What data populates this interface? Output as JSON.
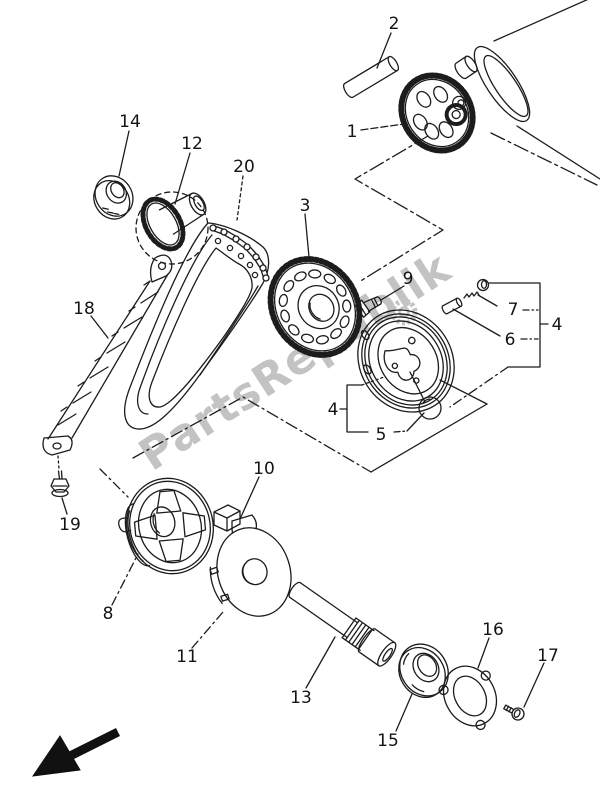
{
  "title": "starter clutch exploded parts diagram",
  "watermark": {
    "text": "PartsRepublik"
  },
  "colors": {
    "line": "#1c1c1c",
    "watermark": "#c3c3c3",
    "background": "#ffffff"
  },
  "icons": {
    "orientation_arrow": "solid-black-arrow-pointing-down-left",
    "watermark_gear": "gray-gear-logo"
  },
  "callouts": {
    "c1": "1",
    "c2": "2",
    "c3": "3",
    "c4": "4",
    "c4b": "4",
    "c5": "5",
    "c6": "6",
    "c7": "7",
    "c8": "8",
    "c9": "9",
    "c10": "10",
    "c11": "11",
    "c12": "12",
    "c13": "13",
    "c14": "14",
    "c15": "15",
    "c16": "16",
    "c17": "17",
    "c18": "18",
    "c19": "19",
    "c20": "20"
  }
}
